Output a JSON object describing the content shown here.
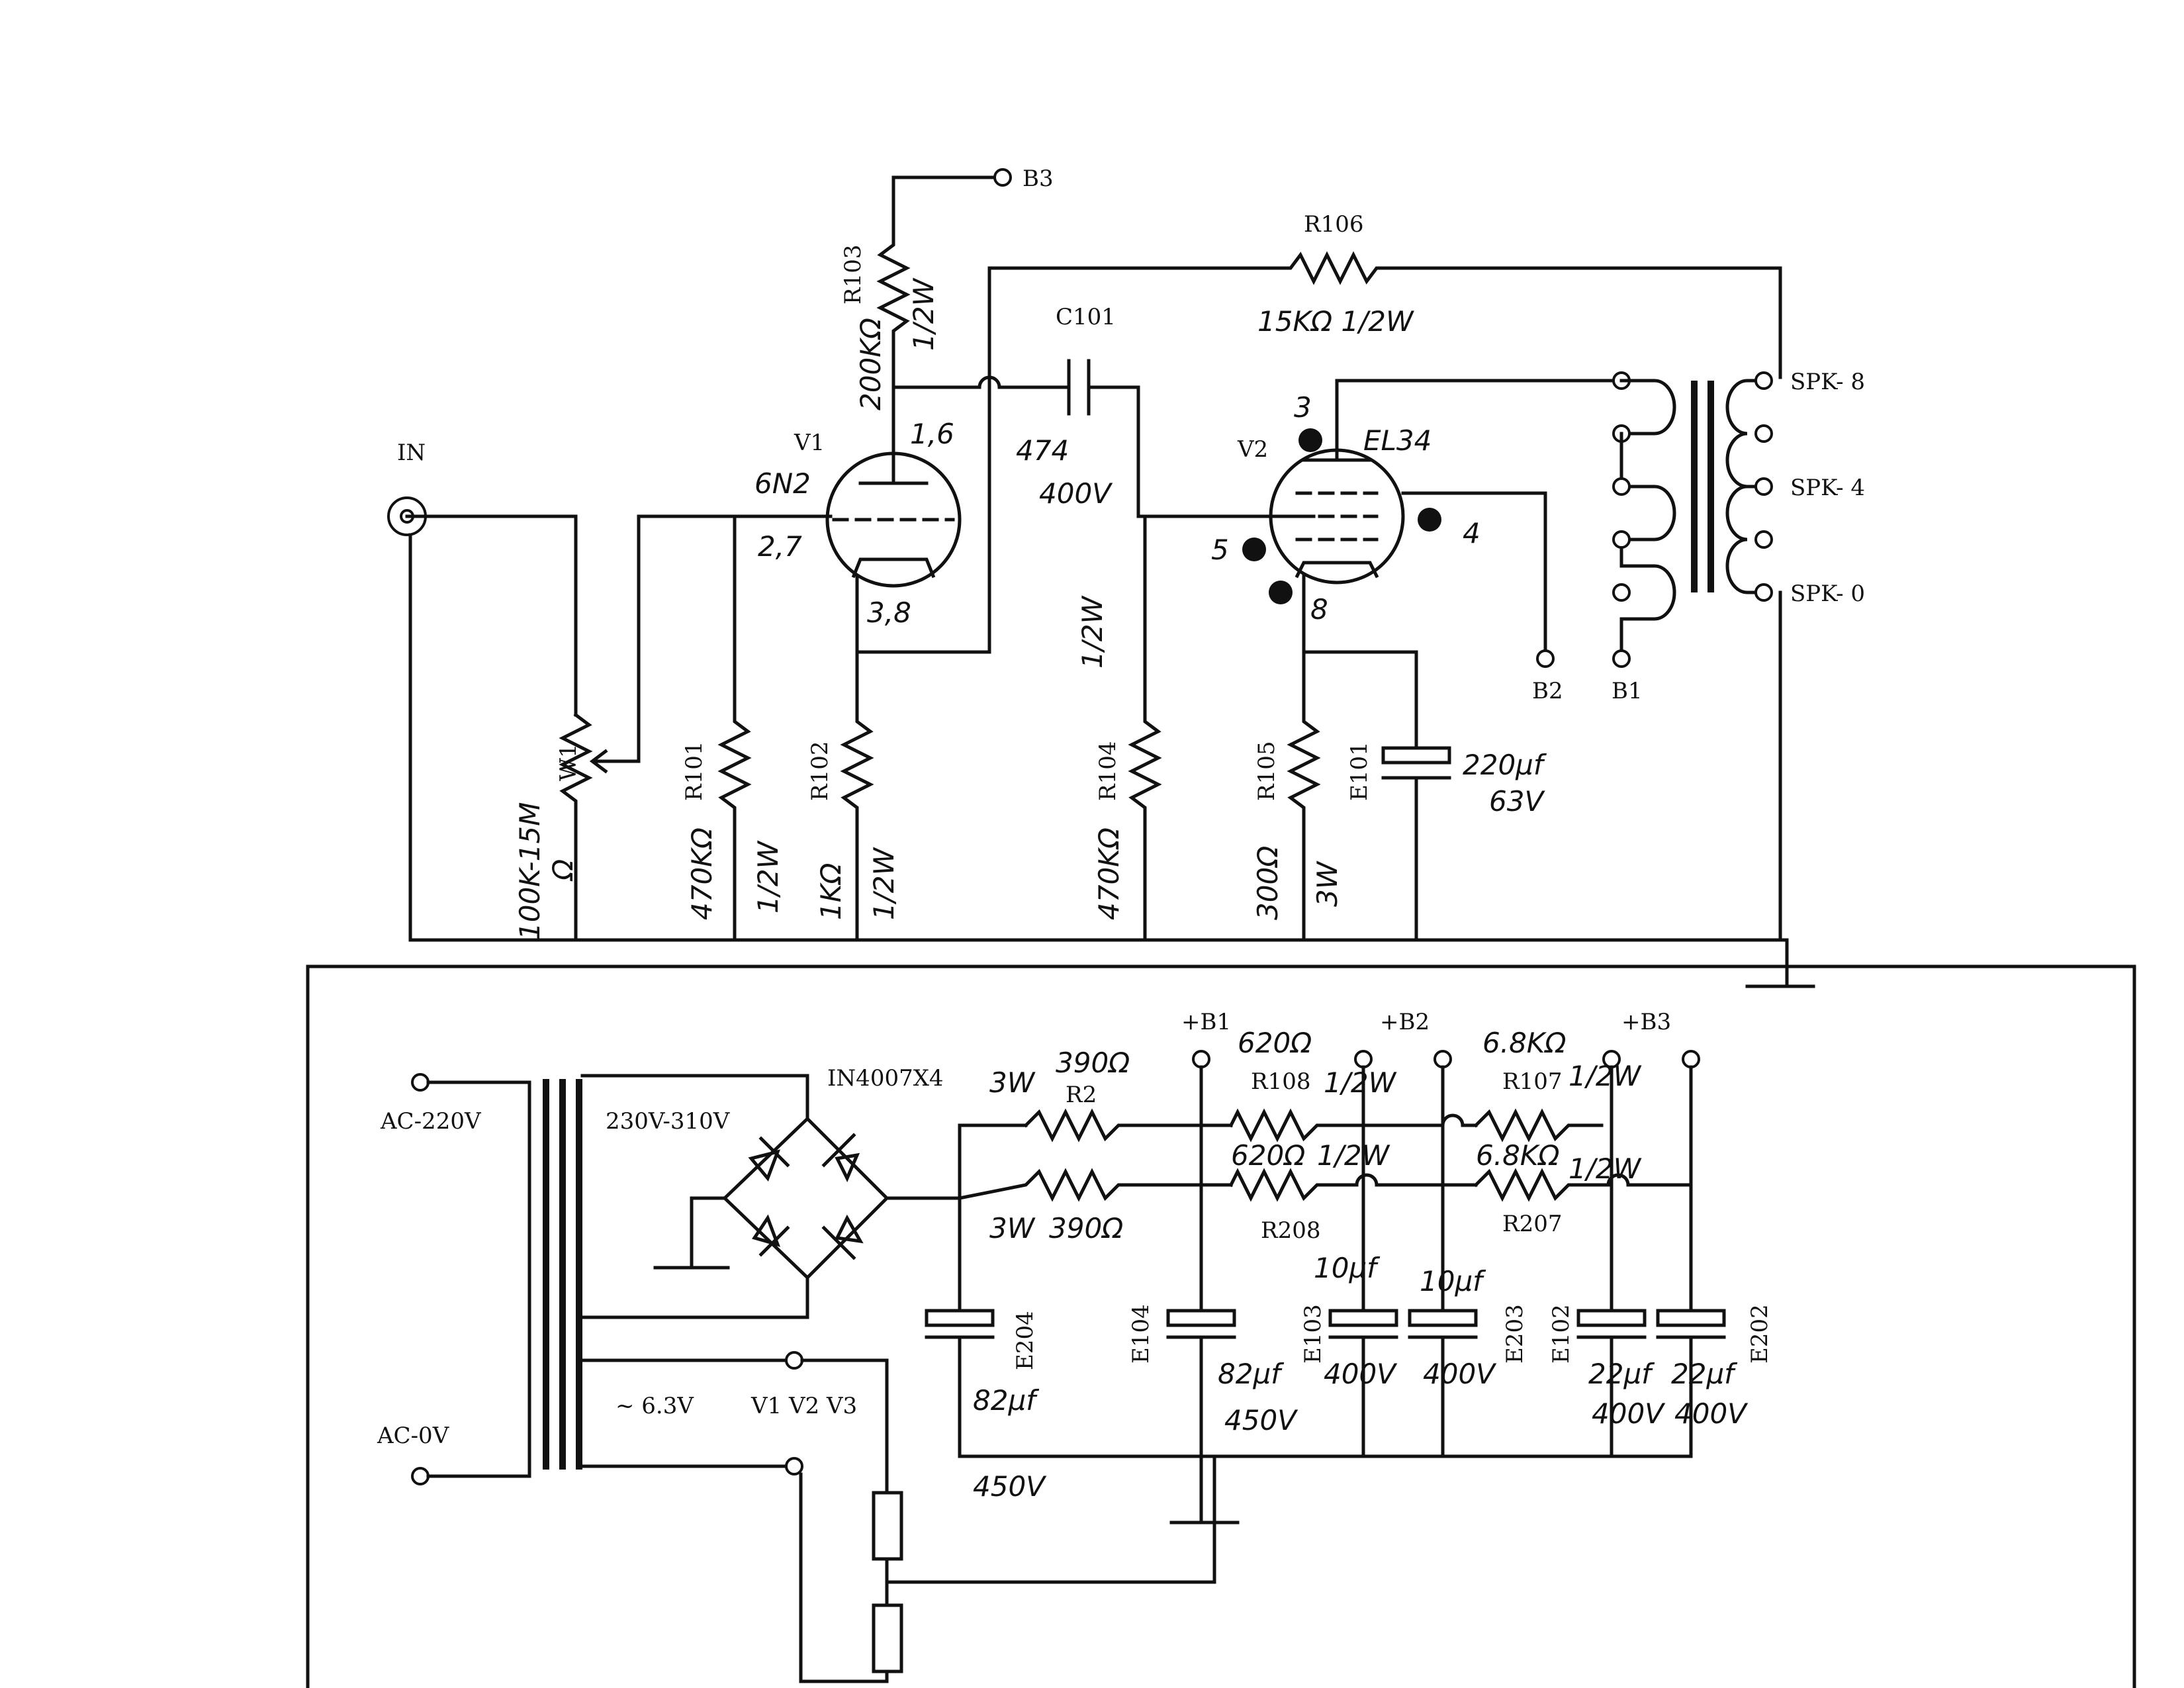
{
  "amp": {
    "terminal_b3": "B3",
    "r106": {
      "name": "R106",
      "note": "15KΩ 1/2W"
    },
    "r103": {
      "name": "R103",
      "value": "200KΩ",
      "note": "1/2W"
    },
    "c101": {
      "name": "C101",
      "value": "474",
      "voltage": "400V"
    },
    "v1": {
      "name": "V1",
      "type": "6N2",
      "pin_plate": "1,6",
      "pin_grid": "2,7",
      "pin_cathode": "3,8"
    },
    "v2": {
      "name": "V2",
      "type": "EL34",
      "pin3": "3",
      "pin4": "4",
      "pin5": "5",
      "pin8": "8"
    },
    "input_label": "IN",
    "spk8": "SPK- 8",
    "spk4": "SPK- 4",
    "spk0": "SPK- 0",
    "b2": "B2",
    "b1": "B1",
    "w1": {
      "name": "W1",
      "value": "100K-15M",
      "unit": "Ω"
    },
    "r101": {
      "name": "R101",
      "value": "470KΩ",
      "note": "1/2W"
    },
    "r102": {
      "name": "R102",
      "value": "1KΩ",
      "note": "1/2W"
    },
    "r104": {
      "name": "R104",
      "value": "470KΩ",
      "note": "1/2W"
    },
    "r105": {
      "name": "R105",
      "value": "300Ω",
      "note": "3W"
    },
    "e101": {
      "name": "E101",
      "value": "220μf",
      "voltage": "63V"
    }
  },
  "psu": {
    "ac220": "AC-220V",
    "ac0": "AC-0V",
    "secondary": "230V-310V",
    "bridge": "IN4007X4",
    "heater": "~ 6.3V",
    "heater_tubes": "V1  V2  V3",
    "b1": "+B1",
    "b2": "+B2",
    "b3": "+B3",
    "r2": {
      "name": "R2",
      "value": "390Ω",
      "power": "3W"
    },
    "r108": {
      "name": "R108",
      "value": "620Ω",
      "power": "1/2W"
    },
    "r107": {
      "name": "R107",
      "value": "6.8KΩ",
      "power": "1/2W"
    },
    "r208": {
      "name": "R208",
      "value": "620Ω",
      "power": "1/2W"
    },
    "r207": {
      "name": "R207",
      "value": "6.8KΩ",
      "power": "1/2W"
    },
    "r1_bottom": {
      "value": "390Ω",
      "power": "3W"
    },
    "e204": {
      "name": "E204",
      "value": "82μf",
      "voltage": "450V"
    },
    "e104": {
      "name": "E104",
      "value": "82μf",
      "voltage": "450V"
    },
    "e103": {
      "name": "E103",
      "value": "10μf",
      "voltage": "400V"
    },
    "e203": {
      "name": "E203",
      "value": "10μf",
      "voltage": "400V"
    },
    "e102": {
      "name": "E102",
      "value": "22μf",
      "voltage": "400V"
    },
    "e202": {
      "name": "E202",
      "value": "22μf",
      "voltage": "400V"
    }
  }
}
